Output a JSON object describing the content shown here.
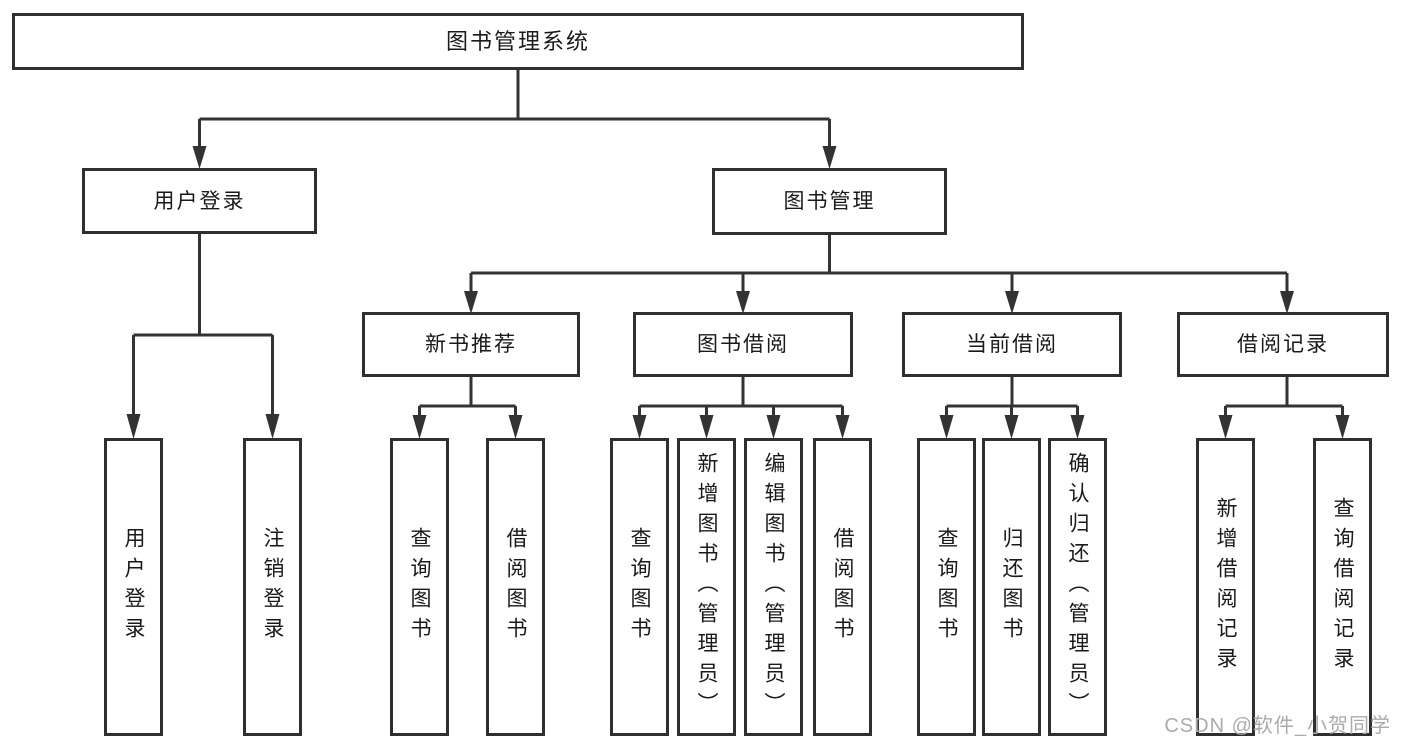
{
  "diagram": {
    "title": "图书管理系统",
    "branches": [
      {
        "label": "用户登录",
        "children": [
          {
            "label": "用户登录"
          },
          {
            "label": "注销登录"
          }
        ]
      },
      {
        "label": "图书管理",
        "children": [
          {
            "label": "新书推荐",
            "children": [
              {
                "label": "查询图书"
              },
              {
                "label": "借阅图书"
              }
            ]
          },
          {
            "label": "图书借阅",
            "children": [
              {
                "label": "查询图书"
              },
              {
                "label": "新增图书（管理员）"
              },
              {
                "label": "编辑图书（管理员）"
              },
              {
                "label": "借阅图书"
              }
            ]
          },
          {
            "label": "当前借阅",
            "children": [
              {
                "label": "查询图书"
              },
              {
                "label": "归还图书"
              },
              {
                "label": "确认归还（管理员）"
              }
            ]
          },
          {
            "label": "借阅记录",
            "children": [
              {
                "label": "新增借阅记录"
              },
              {
                "label": "查询借阅记录"
              }
            ]
          }
        ]
      }
    ]
  },
  "watermark": {
    "text": "CSDN @软件_小贺同学"
  },
  "colors": {
    "line": "#333333",
    "box_border": "#2f2f2f",
    "text": "#1a1a1a",
    "watermark_text": "#ababab",
    "background": "#ffffff"
  }
}
